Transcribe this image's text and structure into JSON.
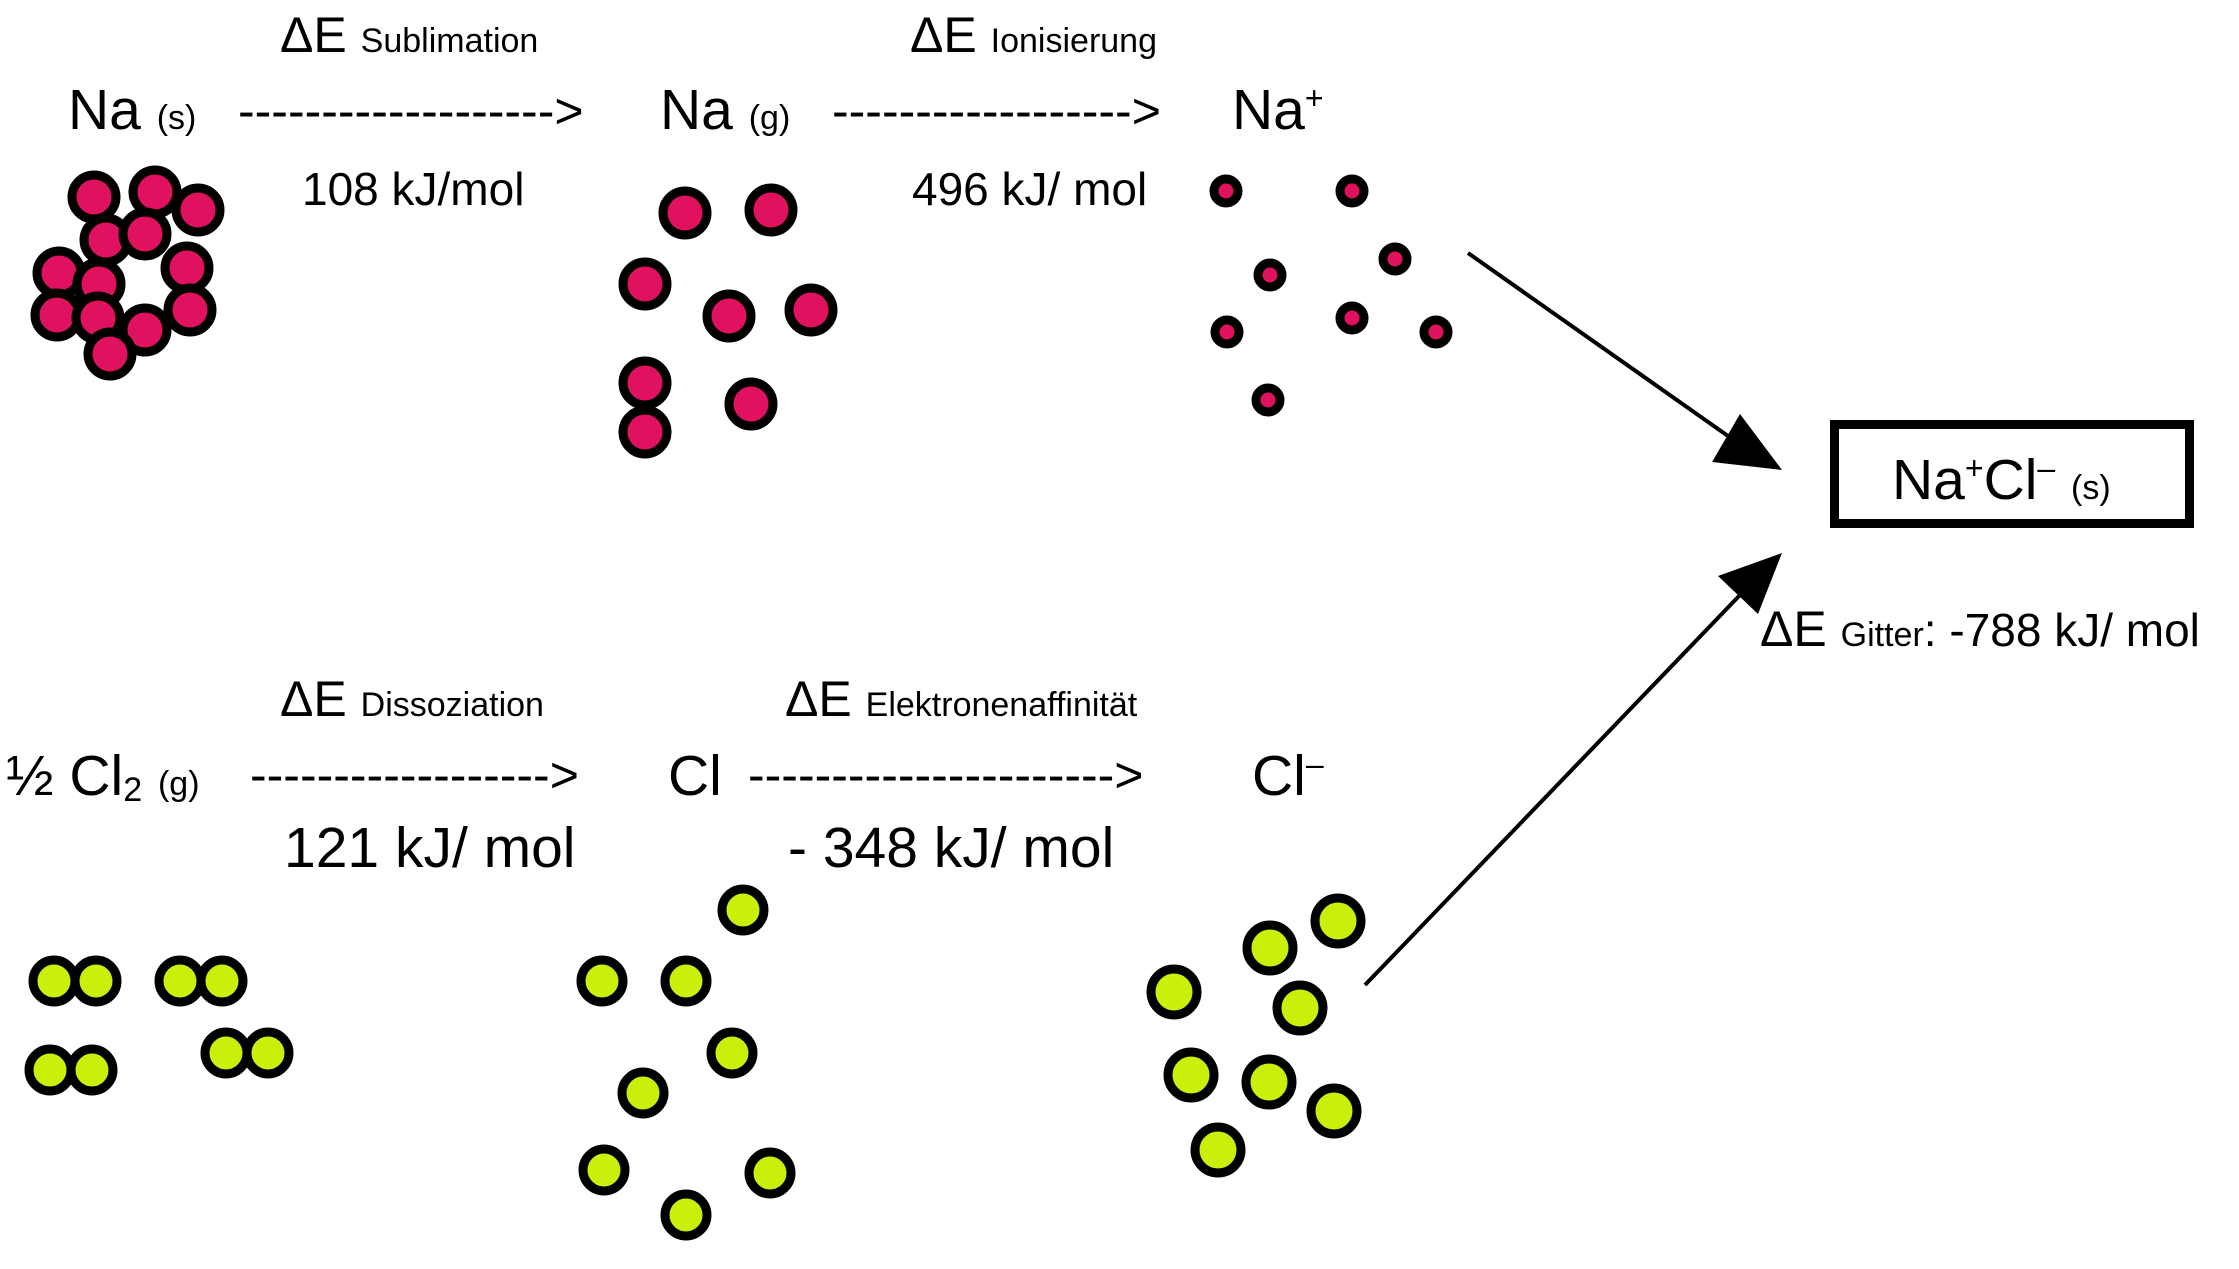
{
  "colors": {
    "sodium_fill": "#e0115f",
    "chlorine_fill": "#c8f00a",
    "outline": "#000000"
  },
  "row_na": {
    "start_symbol": "Na",
    "start_state": "(s)",
    "step1": {
      "delta": "ΔE",
      "name": "Sublimation",
      "arrow": "------------------->",
      "value": "108 kJ/mol"
    },
    "mid_symbol": "Na",
    "mid_state": "(g)",
    "step2": {
      "delta": "ΔE",
      "name": "Ionisierung",
      "arrow": "------------------>",
      "value": "496 kJ/ mol"
    },
    "end_symbol": "Na",
    "end_charge": "+"
  },
  "row_cl": {
    "start_half": "½",
    "start_symbol": "Cl",
    "start_sub": "2",
    "start_state": "(g)",
    "step1": {
      "delta": "ΔE",
      "name": "Dissoziation",
      "arrow": "------------------>",
      "value": "121 kJ/ mol"
    },
    "mid_symbol": "Cl",
    "step2": {
      "delta": "ΔE",
      "name": "Elektronenaffinität",
      "arrow": "---------------------->",
      "value": "- 348 kJ/ mol"
    },
    "end_symbol": "Cl",
    "end_charge": "–"
  },
  "product": {
    "na": "Na",
    "na_charge": "+",
    "cl": "Cl",
    "cl_charge": "–",
    "state": "(s)"
  },
  "lattice": {
    "delta": "ΔE",
    "name": "Gitter",
    "value": ": -788 kJ/ mol"
  }
}
